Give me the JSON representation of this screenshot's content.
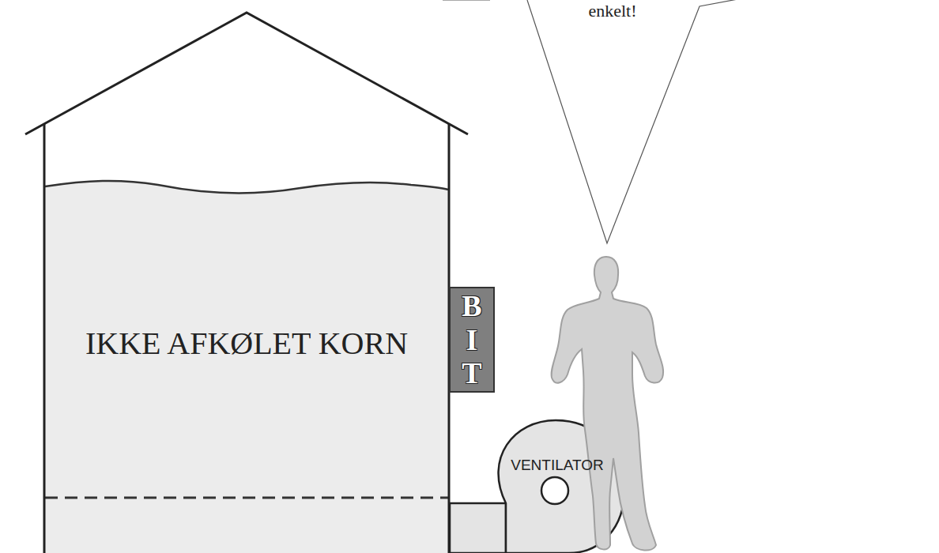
{
  "diagram": {
    "nodes": [
      {
        "text": [
          "IKKE AFKØLET KORN"
        ]
      },
      {
        "text": [
          "BIT"
        ]
      },
      {
        "text": [
          "VENTILATOR"
        ]
      },
      {
        "text": [
          "enkelt!"
        ]
      }
    ]
  }
}
